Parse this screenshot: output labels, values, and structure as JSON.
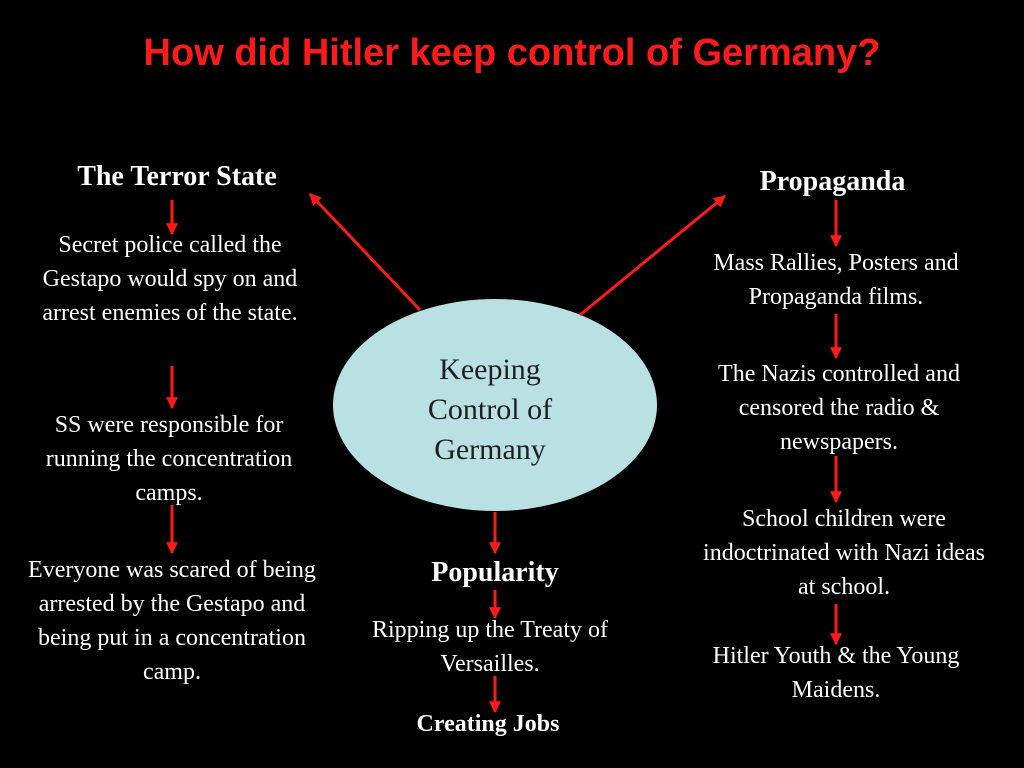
{
  "title": "How did Hitler keep control of Germany?",
  "center": {
    "label": "Keeping Control of Germany",
    "fill": "#b9e0e3"
  },
  "arrow_color": "#ff1a1a",
  "terror_state": {
    "heading": "The Terror State",
    "points": [
      "Secret police called the Gestapo would spy on and arrest enemies of the state.",
      "SS were responsible for running the concentration camps.",
      "Everyone was scared of being arrested by the Gestapo and being put in a concentration camp."
    ]
  },
  "propaganda": {
    "heading": "Propaganda",
    "points": [
      "Mass Rallies, Posters and Propaganda films.",
      "The Nazis controlled and censored the radio & newspapers.",
      "School children were indoctrinated with Nazi ideas at school.",
      "Hitler Youth & the Young Maidens."
    ]
  },
  "popularity": {
    "heading": "Popularity",
    "points": [
      "Ripping up the Treaty of Versailles.",
      "Creating Jobs"
    ]
  }
}
